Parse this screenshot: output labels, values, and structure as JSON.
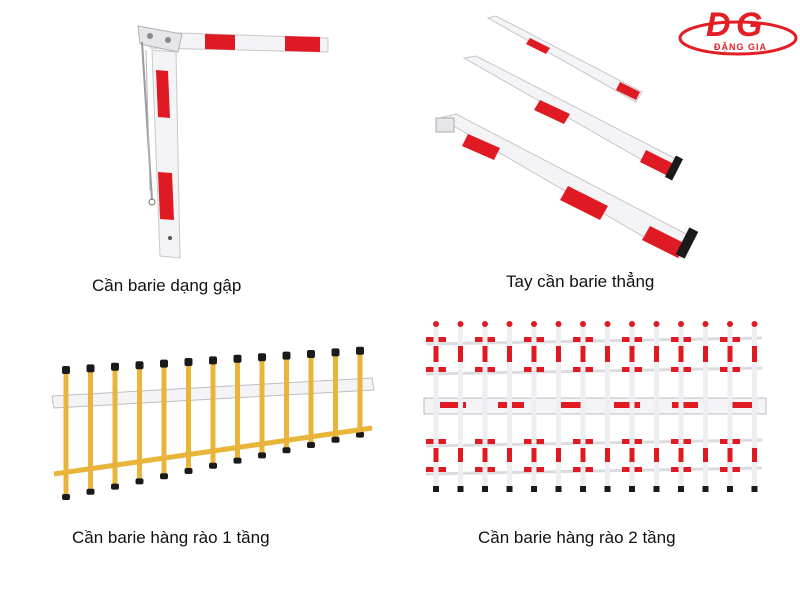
{
  "brand": {
    "logo_text": "DG",
    "logo_subtext": "ĐẶNG GIA",
    "logo_color": "#e31e24"
  },
  "products": [
    {
      "caption": "Cần barie dạng gập"
    },
    {
      "caption": "Tay cần barie thẳng"
    },
    {
      "caption": "Cần barie hàng rào 1 tầng"
    },
    {
      "caption": "Cần barie hàng rào 2 tầng"
    }
  ],
  "colors": {
    "arm_white": "#f4f4f6",
    "reflector_red": "#e01a22",
    "fence_yellow": "#e8b53a",
    "cap_black": "#1a1a1a"
  }
}
